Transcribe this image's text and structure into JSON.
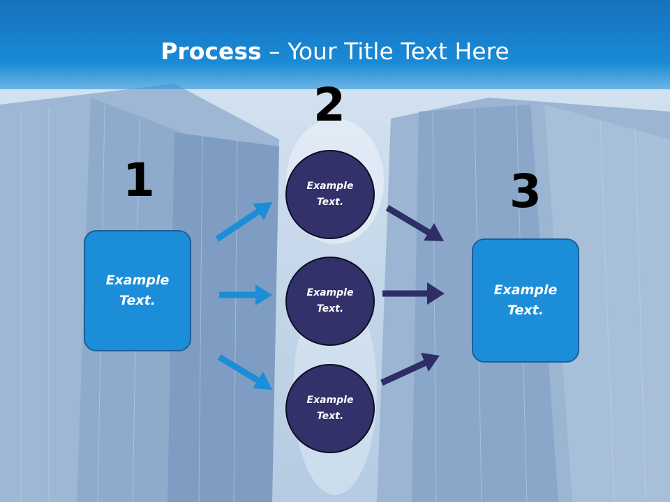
{
  "slide": {
    "title_bold": "Process",
    "title_rest": " – Your Title Text Here",
    "step1_number": "1",
    "step2_number": "2",
    "step3_number": "3",
    "left_box_label": "Example Text.",
    "right_box_label": "Example Text.",
    "circles": [
      {
        "label": "Example Text."
      },
      {
        "label": "Example Text."
      },
      {
        "label": "Example Text."
      }
    ]
  },
  "colors": {
    "header_blue": "#1a8ad6",
    "box_blue": "#1b8dd9",
    "circle_navy": "#32316a",
    "arrow_blue": "#1b8dd9",
    "arrow_navy": "#2e2d66"
  }
}
